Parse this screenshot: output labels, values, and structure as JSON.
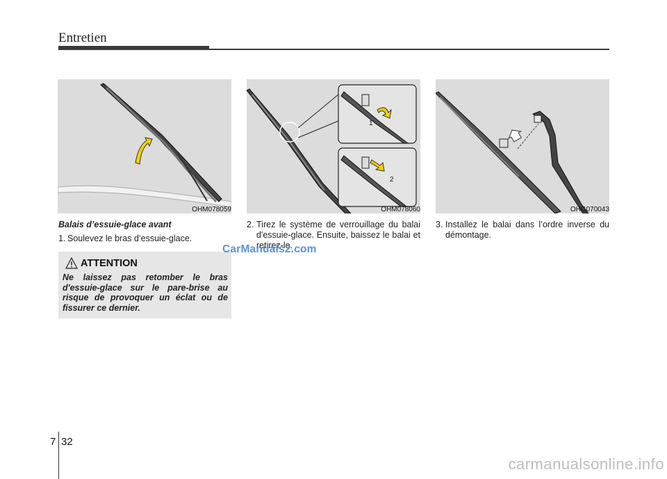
{
  "header": {
    "title": "Entretien"
  },
  "figures": [
    {
      "code": "OHM078059"
    },
    {
      "code": "OHM078060",
      "callouts": [
        "1",
        "2"
      ]
    },
    {
      "code": "OHG070043"
    }
  ],
  "columns": {
    "left": {
      "subtitle": "Balais d’essuie-glace avant",
      "step_num": "1.",
      "step_text": "Soulevez le bras d’essuie-glace."
    },
    "middle": {
      "step_num": "2.",
      "step_text": "Tirez le système de verrouillage du balai d'essuie-glace. Ensuite, baissez le balai et retirez-le."
    },
    "right": {
      "step_num": "3.",
      "step_text": "Installez le balai dans l’ordre inverse du démontage."
    }
  },
  "attention": {
    "title": "ATTENTION",
    "body": "Ne laissez pas retomber le bras d'essuie-glace sur le pare-brise au risque de provoquer un éclat ou de fissurer ce dernier."
  },
  "watermark": "CarManuals2.com",
  "footer": {
    "chapter": "7",
    "page": "32",
    "site": "carmanualsonline.info"
  },
  "colors": {
    "figure_bg": "#dcdcdc",
    "attention_bg": "#e6e6e6",
    "arrow_yellow": "#f2d200",
    "watermark_blue": "#3c7fd6"
  }
}
